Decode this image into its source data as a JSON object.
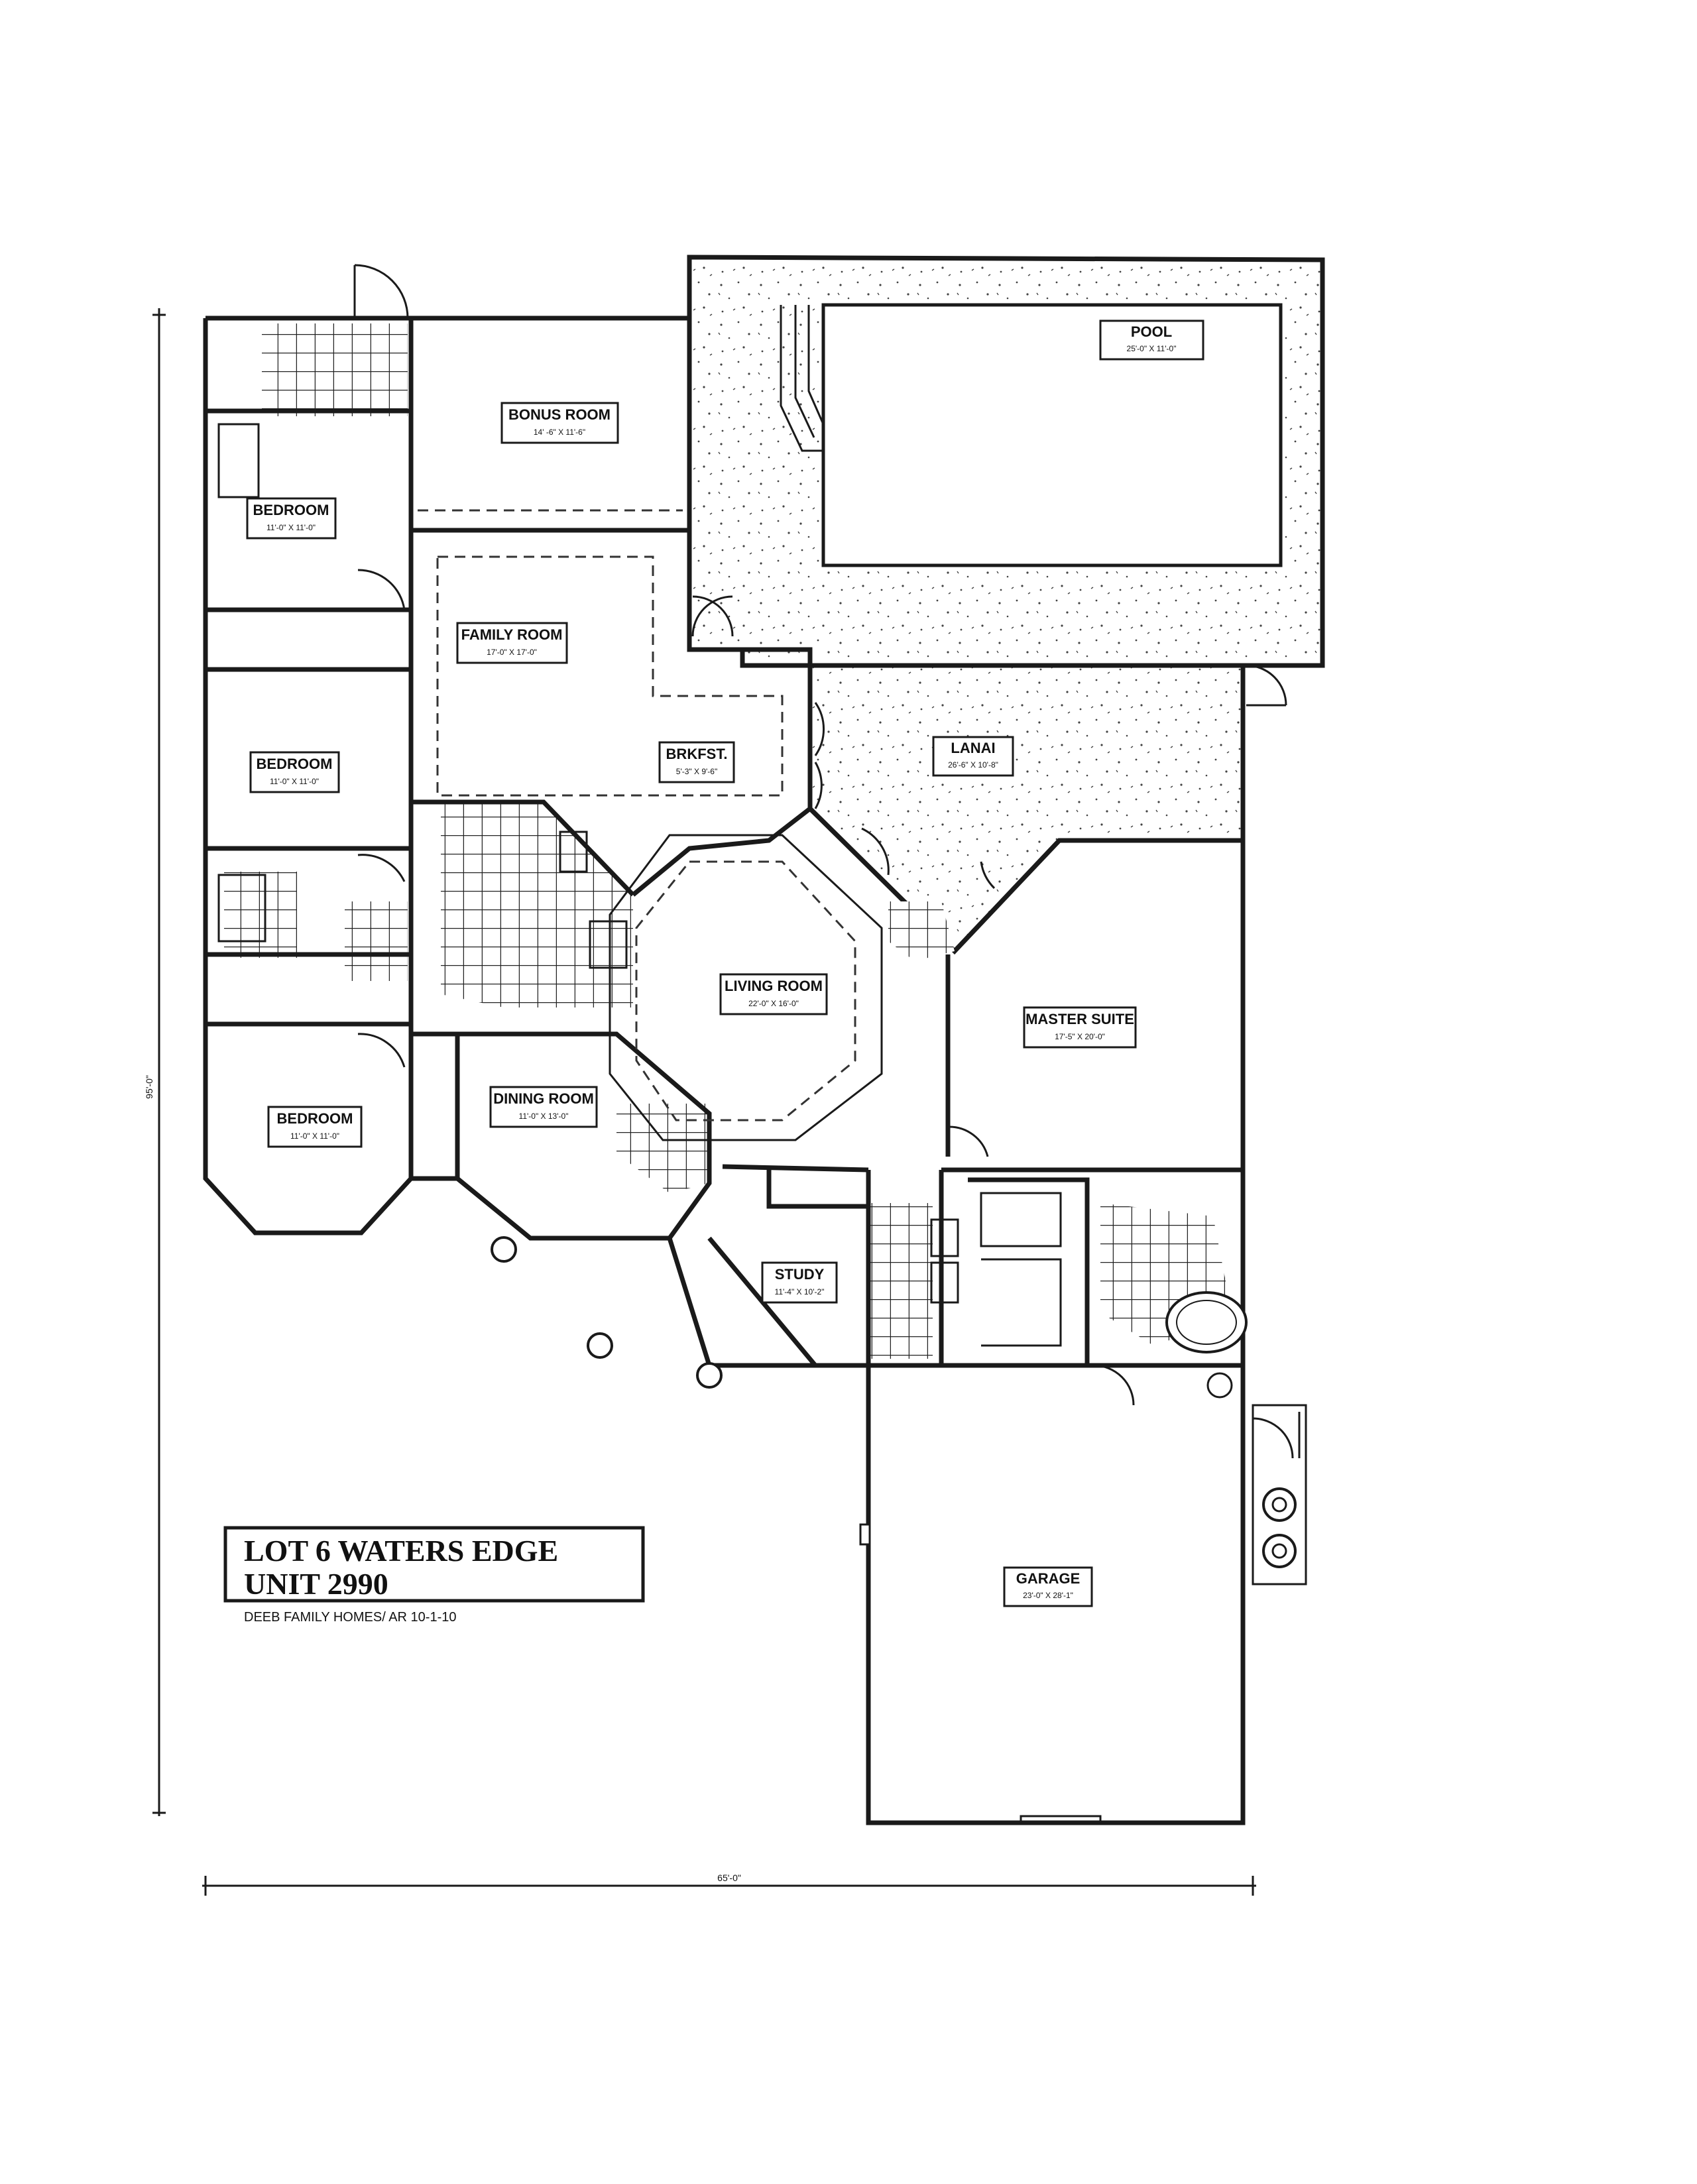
{
  "title": {
    "line1": "LOT 6 WATERS EDGE",
    "line2": "UNIT 2990",
    "credit": "DEEB FAMILY HOMES/ AR 10-1-10"
  },
  "dimensions": {
    "width": "65'-0\"",
    "depth": "95'-0\""
  },
  "rooms": {
    "pool": {
      "name": "POOL",
      "size": "25'-0\" X 11'-0\""
    },
    "bonus": {
      "name": "BONUS ROOM",
      "size": "14' -6\" X 11'-6\""
    },
    "bedroom1": {
      "name": "BEDROOM",
      "size": "11'-0\" X 11'-0\""
    },
    "family": {
      "name": "FAMILY ROOM",
      "size": "17'-0\" X 17'-0\""
    },
    "bedroom2": {
      "name": "BEDROOM",
      "size": "11'-0\" X 11'-0\""
    },
    "brkfst": {
      "name": "BRKFST.",
      "size": "5'-3\" X 9'-6\""
    },
    "lanai": {
      "name": "LANAI",
      "size": "26'-6\" X 10'-8\""
    },
    "living": {
      "name": "LIVING ROOM",
      "size": "22'-0\" X 16'-0\""
    },
    "master": {
      "name": "MASTER SUITE",
      "size": "17'-5\" X 20'-0\""
    },
    "dining": {
      "name": "DINING ROOM",
      "size": "11'-0\" X 13'-0\""
    },
    "bedroom3": {
      "name": "BEDROOM",
      "size": "11'-0\" X 11'-0\""
    },
    "study": {
      "name": "STUDY",
      "size": "11'-4\" X 10'-2\""
    },
    "garage": {
      "name": "GARAGE",
      "size": "23'-0\" X 28'-1\""
    }
  }
}
